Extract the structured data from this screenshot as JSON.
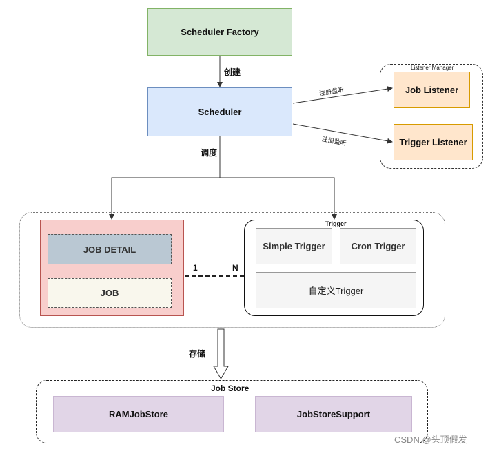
{
  "nodes": {
    "scheduler_factory": "Scheduler Factory",
    "scheduler": "Scheduler",
    "listener_manager": "Listener Manager",
    "job_listener": "Job Listener",
    "trigger_listener": "Trigger Listener",
    "job_detail": "JOB DETAIL",
    "job": "JOB",
    "trigger_group": "Trigger",
    "simple_trigger": "Simple Trigger",
    "cron_trigger": "Cron Trigger",
    "custom_trigger": "自定义Trigger",
    "job_store": "Job Store",
    "ram_job_store": "RAMJobStore",
    "job_store_support": "JobStoreSupport"
  },
  "edges": {
    "create": "创建",
    "register_listener_1": "注册监听",
    "register_listener_2": "注册监听",
    "schedule": "调度",
    "store": "存储",
    "one": "1",
    "many": "N"
  },
  "watermark": "CSDN @头顶假发",
  "colors": {
    "factory_fill": "#d5e8d4",
    "factory_border": "#82b366",
    "scheduler_fill": "#dae8fc",
    "scheduler_border": "#6c8ebf",
    "listener_fill": "#ffe6cc",
    "listener_border": "#d79b00",
    "job_group_fill": "#f8cecc",
    "job_group_border": "#b85450",
    "job_detail_fill": "#bac8d3",
    "job_fill": "#f9f7ed",
    "trigger_fill": "#f5f5f5",
    "store_fill": "#e1d5e7"
  }
}
